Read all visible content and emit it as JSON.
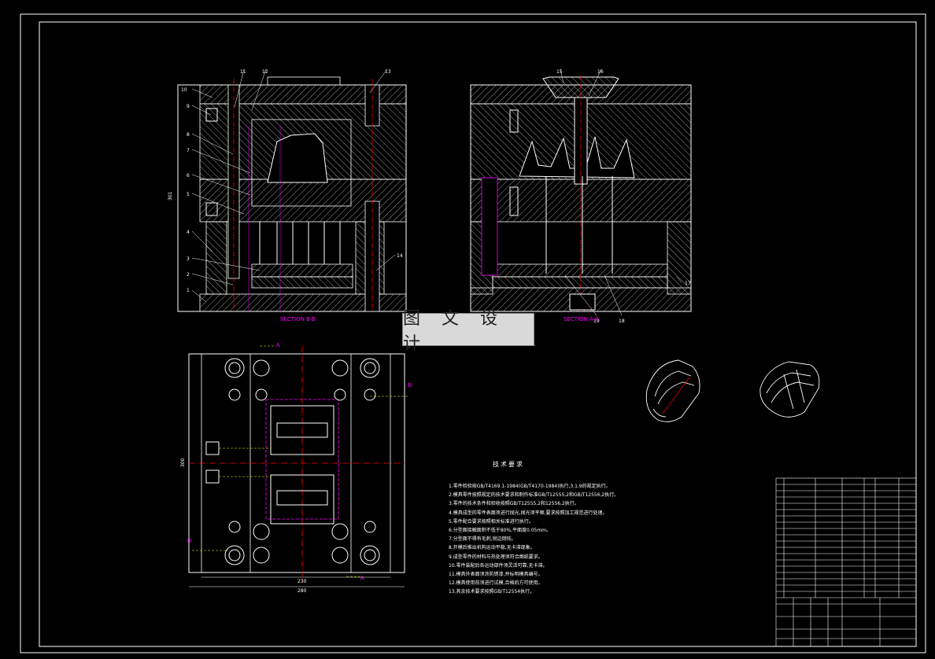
{
  "sections": {
    "left": "SECTION B-B",
    "right": "SECTION A-A"
  },
  "watermark": "图 文 设 计",
  "notes": {
    "title": "技术要求",
    "items": [
      "1.零件检验按GB/T4169.1-1984(GB/T4170-1984)执行,3.1.9的规定执行。",
      "2.模具零件按照规定的技术要求和制作标准GB/T12555,2和GB/T12556,2执行。",
      "3.零件的技术条件和验收按照GB/T12555,2和12556,2执行。",
      "4.模具成型的零件表面须进行抛光,抛光须平顺,要求按照加工规范进行处理。",
      "5.零件配合要求按照相关标准进行执行。",
      "6.分型面接触面积不低于80%,平面度0.05mm。",
      "7.分型面不得有毛刺,锐边倒钝。",
      "8.开模后推出机构运动平稳,无卡滞现象。",
      "9.成型零件的材料与热处理须符合图纸要求。",
      "10.零件装配后各运动部件须灵活可靠,无卡滞。",
      "11.模具外表面须涂防锈漆,并标明模具编号。",
      "12.模具使用前须进行试模,合格后方可使用。",
      "13.其余技术要求按照GB/T12554执行。"
    ]
  },
  "dimensions": {
    "height_left": "301",
    "height_plan": "300",
    "width_inner": "230",
    "width_outer": "280"
  },
  "callouts": {
    "left": [
      "1",
      "2",
      "3",
      "4",
      "5",
      "6",
      "7",
      "8",
      "9",
      "10",
      "11",
      "12",
      "13",
      "14"
    ],
    "right": [
      "15",
      "16",
      "17",
      "18",
      "19"
    ]
  },
  "section_markers": [
    "A",
    "A",
    "B",
    "B"
  ],
  "colors": {
    "background": "#000000",
    "lines": "#ffffff",
    "centerline": "#ff0000",
    "section_label": "#ff00ff",
    "hidden": "#ffff00"
  }
}
